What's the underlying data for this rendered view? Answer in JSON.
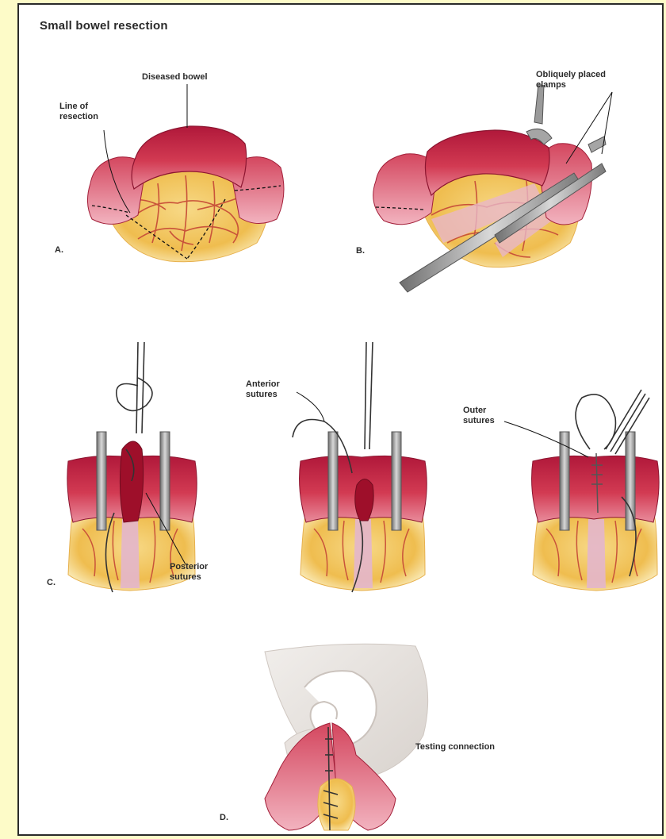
{
  "title": "Small bowel resection",
  "labels": {
    "diseased_bowel": "Diseased bowel",
    "line_of_resection": "Line of\nresection",
    "obliquely_placed_clamps": "Obliquely placed\nclamps",
    "anterior_sutures": "Anterior\nsutures",
    "outer_sutures": "Outer\nsutures",
    "posterior_sutures": "Posterior\nsutures",
    "testing_connection": "Testing connection"
  },
  "panels": {
    "a": "A.",
    "b": "B.",
    "c": "C.",
    "d": "D."
  },
  "colors": {
    "page_background": "#fdfbc8",
    "bowel": "#c8283e",
    "bowel_light": "#e06a80",
    "mesentery": "#f2c462",
    "vessel": "#c44a2a",
    "clamp": "#9a9a9a",
    "abdomen": "#e6e0dc"
  }
}
